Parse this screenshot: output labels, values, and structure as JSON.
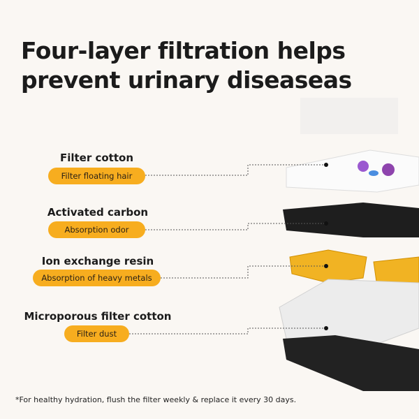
{
  "title": "Four-layer filtration helps prevent urinary diseaseas",
  "layers": [
    {
      "name": "Filter cotton",
      "function": "Filter floating hair"
    },
    {
      "name": "Activated carbon",
      "function": "Absorption odor"
    },
    {
      "name": "Ion exchange resin",
      "function": "Absorption of heavy metals"
    },
    {
      "name": "Microporous filter cotton",
      "function": "Filter dust"
    }
  ],
  "footnote": "*For healthy hydration, flush the filter weekly & replace it every 30 days.",
  "colors": {
    "accent": "#f7ad1f",
    "background": "#faf7f3"
  }
}
